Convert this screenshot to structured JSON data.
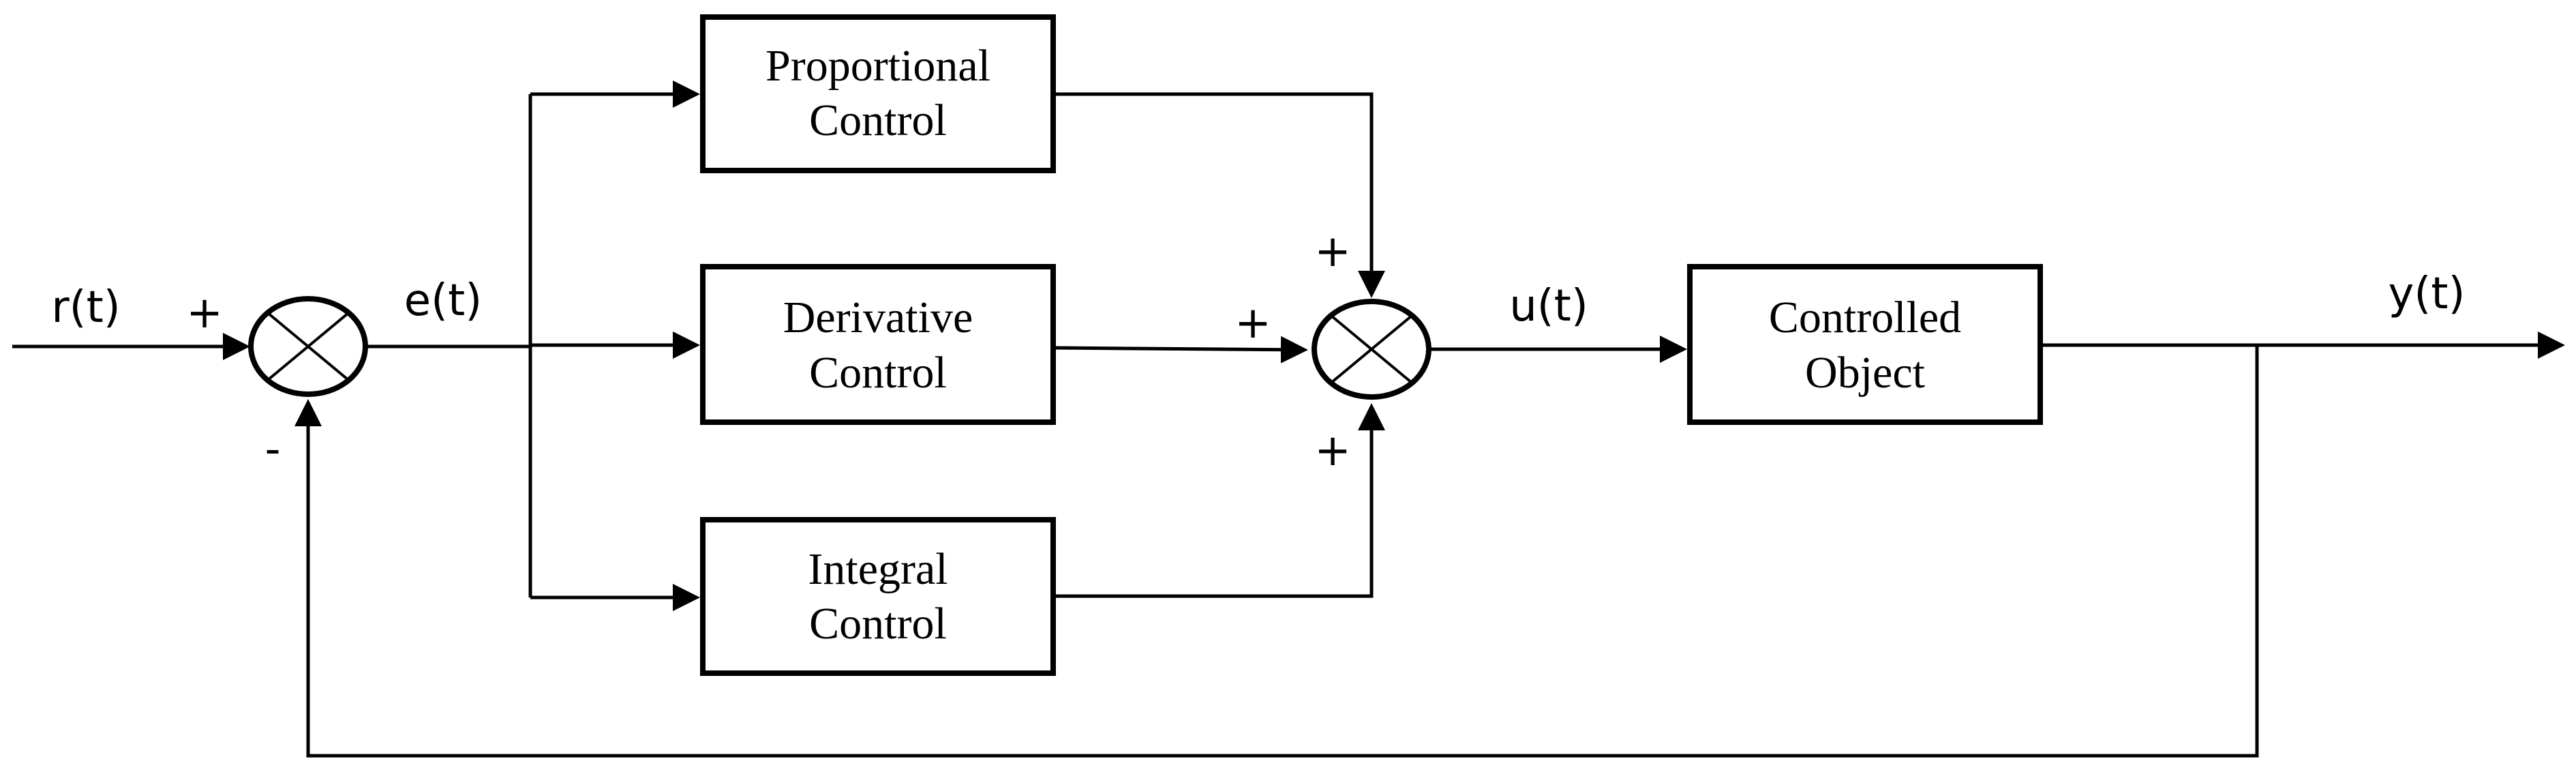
{
  "blocks": {
    "proportional": {
      "line1": "Proportional",
      "line2": "Control"
    },
    "derivative": {
      "line1": "Derivative",
      "line2": "Control"
    },
    "integral": {
      "line1": "Integral",
      "line2": "Control"
    },
    "plant": {
      "line1": "Controlled",
      "line2": "Object"
    }
  },
  "signals": {
    "reference": "r(t)",
    "error": "e(t)",
    "control": "u(t)",
    "output": "y(t)"
  },
  "signs": {
    "sum1_input": "+",
    "sum1_feedback": "-",
    "sum2_top": "+",
    "sum2_left": "+",
    "sum2_bottom": "+"
  }
}
